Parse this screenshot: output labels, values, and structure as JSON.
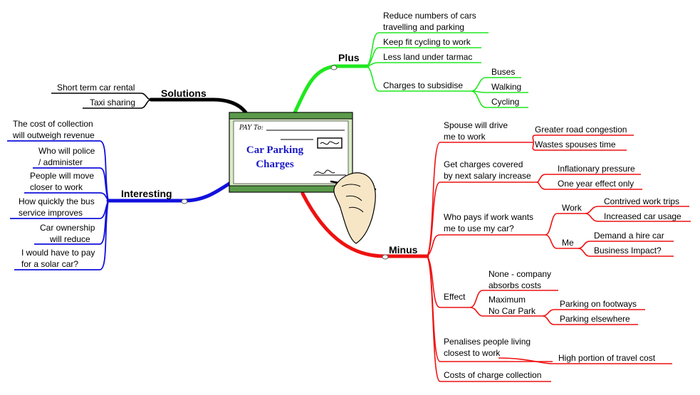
{
  "center": {
    "title_line1": "Car Parking",
    "title_line2": "Charges",
    "cheque_payto": "PAY To:"
  },
  "colors": {
    "plus": "#1ee81e",
    "minus": "#ee1111",
    "interesting": "#1111dd",
    "solutions": "#000000",
    "title": "#1818c8"
  },
  "branches": {
    "plus": {
      "label": "Plus",
      "items": [
        {
          "lines": [
            "Reduce numbers of cars",
            "travelling and parking"
          ]
        },
        {
          "lines": [
            "Keep fit cycling to work"
          ]
        },
        {
          "lines": [
            "Less land under tarmac"
          ]
        },
        {
          "lines": [
            "Charges to subsidise"
          ],
          "children": [
            "Buses",
            "Walking",
            "Cycling"
          ]
        }
      ]
    },
    "solutions": {
      "label": "Solutions",
      "items": [
        "Short term car rental",
        "Taxi sharing"
      ]
    },
    "interesting": {
      "label": "Interesting",
      "items": [
        {
          "lines": [
            "The cost of collection",
            "will outweigh revenue"
          ]
        },
        {
          "lines": [
            "Who will police",
            "/ administer"
          ]
        },
        {
          "lines": [
            "People will move",
            "closer to work"
          ]
        },
        {
          "lines": [
            "How quickly the bus",
            "service improves"
          ]
        },
        {
          "lines": [
            "Car ownership",
            "will reduce"
          ]
        },
        {
          "lines": [
            "I would have to pay",
            "for a solar car?"
          ]
        }
      ]
    },
    "minus": {
      "label": "Minus",
      "items": [
        {
          "lines": [
            "Spouse will drive",
            "me to work"
          ],
          "children": [
            "Greater road congestion",
            "Wastes spouses time"
          ]
        },
        {
          "lines": [
            "Get charges covered",
            "by next salary increase"
          ],
          "children": [
            "Inflationary pressure",
            "One year effect only"
          ]
        },
        {
          "lines": [
            "Who pays if work wants",
            "me to use my car?"
          ],
          "work": {
            "label": "Work",
            "children": [
              "Contrived work trips",
              "Increased car usage"
            ]
          },
          "me": {
            "label": "Me",
            "children": [
              "Demand a hire car",
              "Business Impact?"
            ]
          }
        },
        {
          "label": "Effect",
          "none": [
            "None - company",
            "absorbs costs"
          ],
          "maximum": [
            "Maximum",
            "No Car Park"
          ],
          "maximum_children": [
            "Parking on footways",
            "Parking elsewhere"
          ]
        },
        {
          "lines": [
            "Penalises people living",
            "closest to work"
          ],
          "children": [
            "High portion of travel cost"
          ]
        },
        {
          "lines": [
            "Costs of charge collection"
          ]
        }
      ]
    }
  }
}
